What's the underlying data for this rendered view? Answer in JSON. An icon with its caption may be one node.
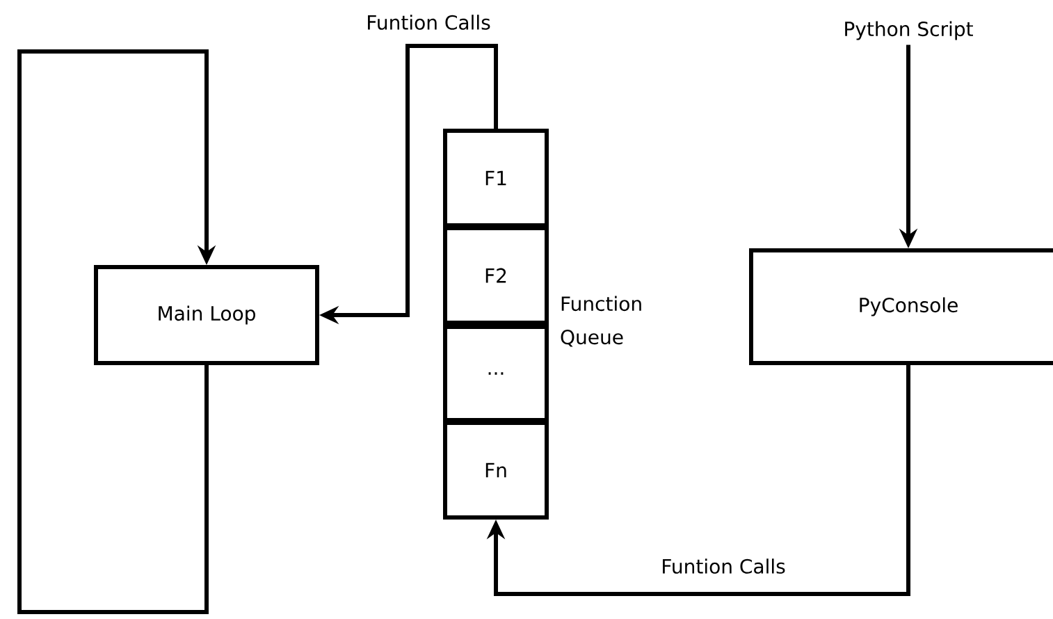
{
  "diagram": {
    "nodes": [
      {
        "text": [
          "Main Loop"
        ]
      },
      {
        "text": [
          "F1"
        ]
      },
      {
        "text": [
          "F2"
        ]
      },
      {
        "text": [
          "..."
        ]
      },
      {
        "text": [
          "Fn"
        ]
      },
      {
        "text": [
          "PyConsole"
        ]
      },
      {
        "text": [
          "Python Script"
        ]
      }
    ],
    "edges": [
      {
        "from": 0,
        "to": 0,
        "arrow": "to"
      },
      {
        "from": 1,
        "to": 0,
        "arrow": "to",
        "label": "Funtion Calls"
      },
      {
        "from": 6,
        "to": 5,
        "arrow": "to"
      },
      {
        "from": 5,
        "to": 4,
        "arrow": "to",
        "label": "Funtion Calls"
      }
    ],
    "labels": [
      "Function Queue"
    ]
  }
}
